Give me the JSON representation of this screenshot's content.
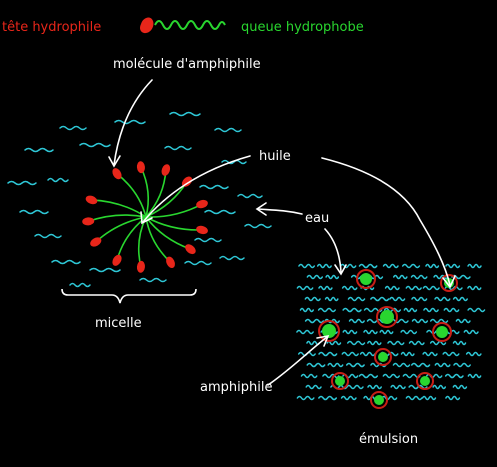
{
  "legend": {
    "head_label": "tête hydrophile",
    "tail_label": "queue hydrophobe"
  },
  "labels": {
    "molecule": "molécule d'amphiphile",
    "oil": "huile",
    "water": "eau",
    "micelle": "micelle",
    "amphiphile": "amphiphile",
    "emulsion": "émulsion"
  },
  "colors": {
    "background": "#000000",
    "head": "#e8261a",
    "tail": "#29d62f",
    "water": "#2ec7d6",
    "text": "#ffffff",
    "droplet_ring": "#c81e16"
  }
}
